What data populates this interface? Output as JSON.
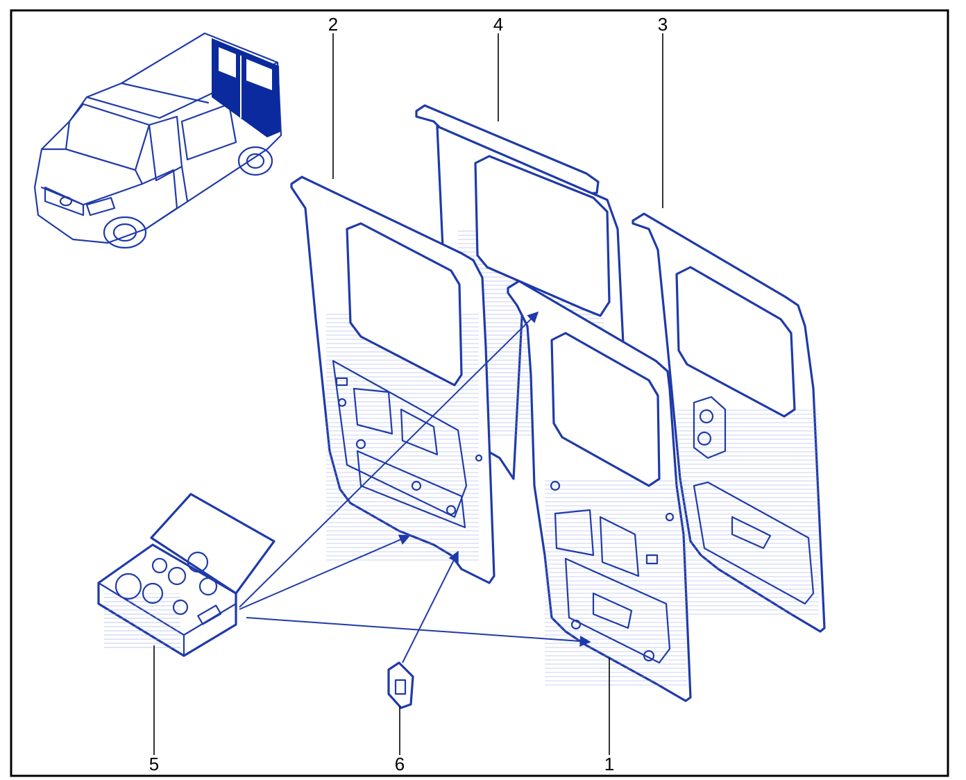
{
  "callouts": {
    "c1": "1",
    "c2": "2",
    "c3": "3",
    "c4": "4",
    "c5": "5",
    "c6": "6"
  },
  "colors": {
    "line": "#1f3aa8",
    "highlight": "#0a2a9e",
    "frame": "#000000"
  },
  "icons": {
    "van": "van-overview-icon",
    "kit_box": "parts-kit-box-icon",
    "plate": "plate-icon"
  }
}
